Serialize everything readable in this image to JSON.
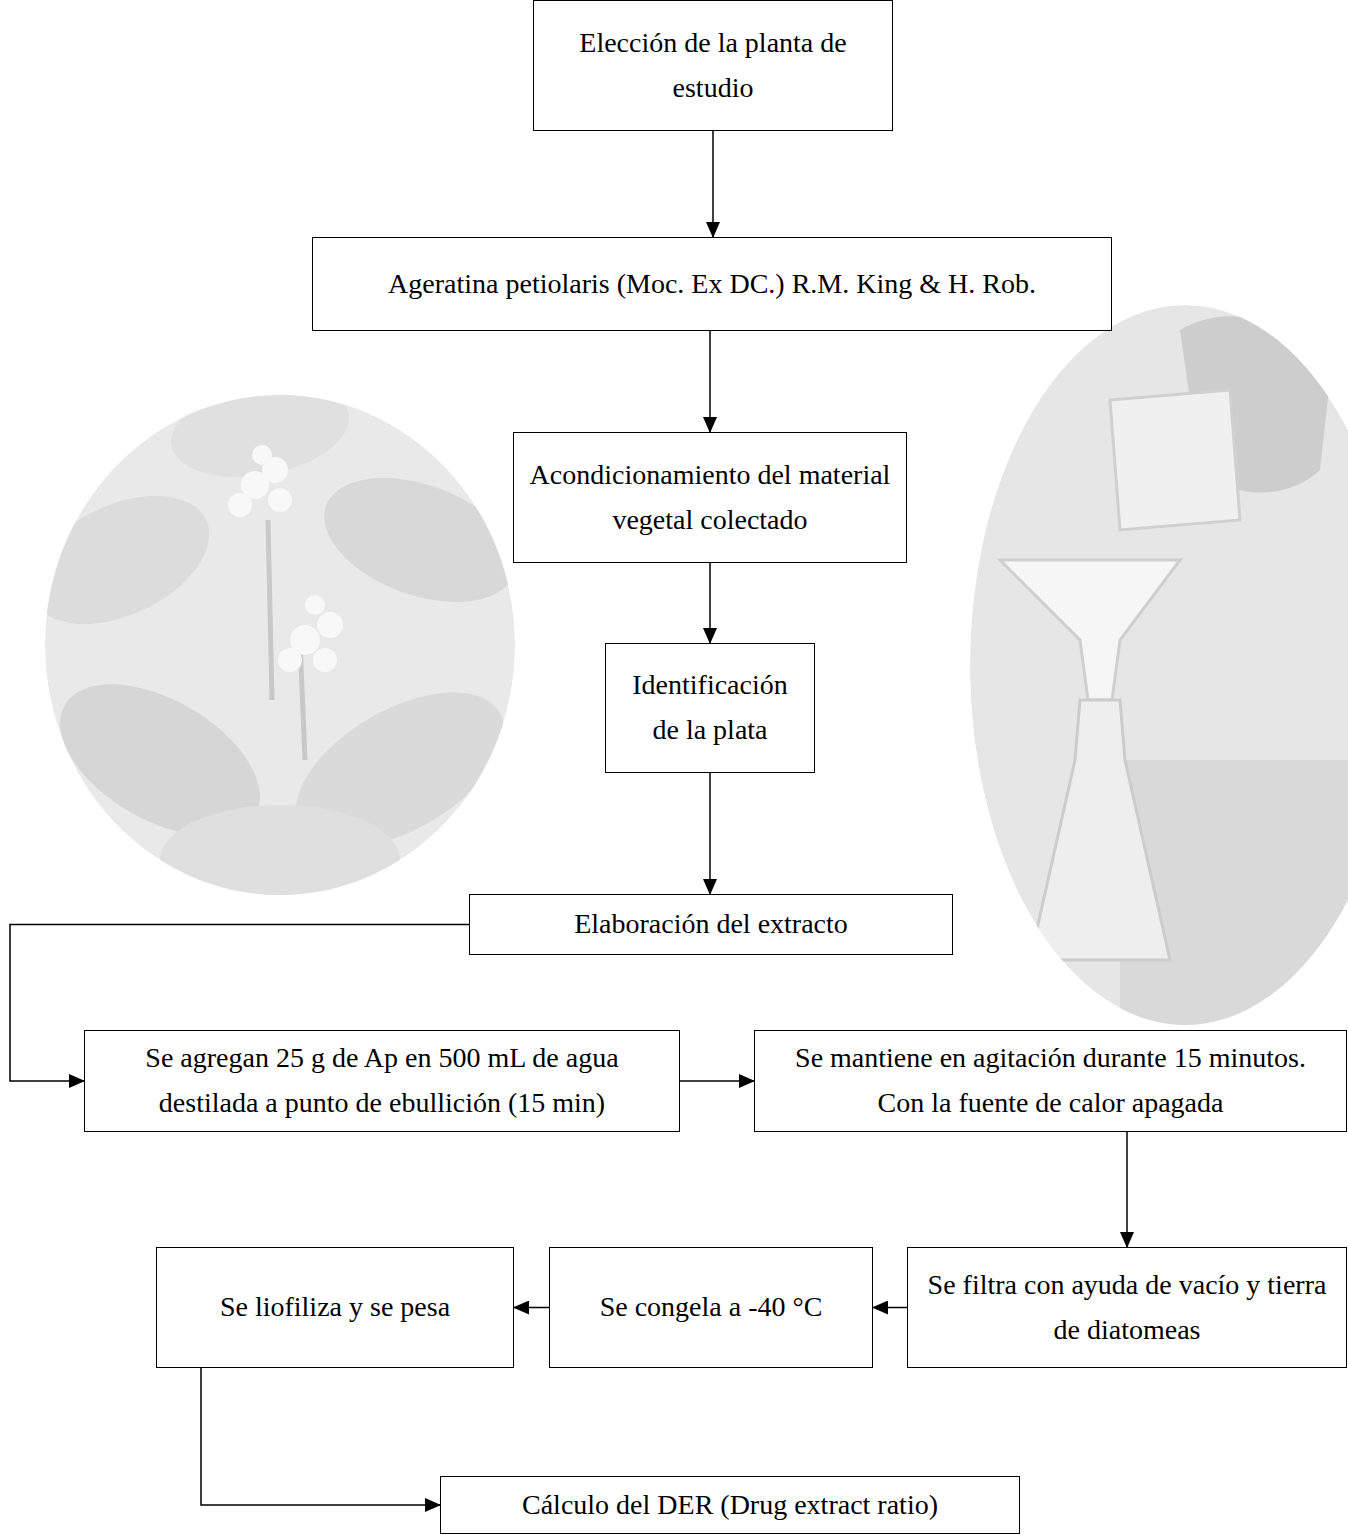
{
  "diagram": {
    "nodes": [
      {
        "text": [
          "Elección de la planta de estudio"
        ]
      },
      {
        "text": [
          "Ageratina petiolaris (Moc. Ex DC.) R.M. King & H. Rob."
        ]
      },
      {
        "text": [
          "Acondicionamiento del material vegetal colectado"
        ]
      },
      {
        "text": [
          "Identificación de la plata"
        ]
      },
      {
        "text": [
          "Elaboración del extracto"
        ]
      },
      {
        "text": [
          "Se agregan 25 g de Ap en 500 mL de agua destilada a punto de ebullición (15 min)"
        ]
      },
      {
        "text": [
          "Se mantiene en agitación durante 15 minutos. Con la fuente de calor apagada"
        ]
      },
      {
        "text": [
          "Se filtra con ayuda de vacío y tierra de diatomeas"
        ]
      },
      {
        "text": [
          "Se congela a -40 °C"
        ]
      },
      {
        "text": [
          "Se liofiliza y se pesa"
        ]
      },
      {
        "text": [
          "Cálculo del DER (Drug extract ratio)"
        ]
      }
    ],
    "edges": [
      {
        "from": 0,
        "to": 1,
        "arrow": "to"
      },
      {
        "from": 1,
        "to": 2,
        "arrow": "to"
      },
      {
        "from": 2,
        "to": 3,
        "arrow": "to"
      },
      {
        "from": 3,
        "to": 4,
        "arrow": "to"
      },
      {
        "from": 4,
        "to": 5,
        "arrow": "to"
      },
      {
        "from": 5,
        "to": 6,
        "arrow": "to"
      },
      {
        "from": 6,
        "to": 7,
        "arrow": "to"
      },
      {
        "from": 7,
        "to": 8,
        "arrow": "to"
      },
      {
        "from": 8,
        "to": 9,
        "arrow": "to"
      },
      {
        "from": 9,
        "to": 10,
        "arrow": "to"
      }
    ]
  }
}
